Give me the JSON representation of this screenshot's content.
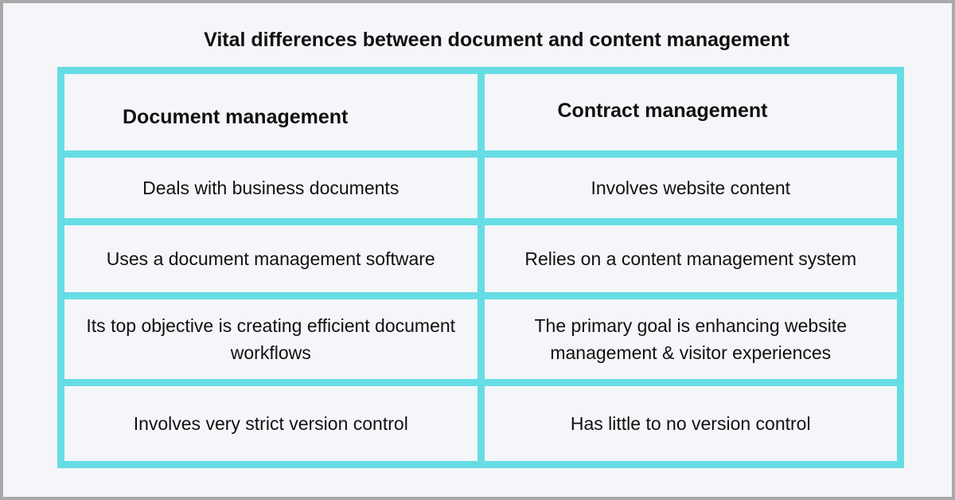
{
  "title": "Vital differences between document and content management",
  "table": {
    "headers": [
      "Document management",
      "Contract management"
    ],
    "rows": [
      [
        "Deals with business documents",
        "Involves website content"
      ],
      [
        "Uses a document management software",
        "Relies on a content management system"
      ],
      [
        "Its top objective is creating efficient document workflows",
        "The primary goal is enhancing website management & visitor experiences"
      ],
      [
        "Involves very strict version control",
        "Has little to no version control"
      ]
    ]
  },
  "colors": {
    "border_accent": "#66dde4",
    "background": "#f4f6f9",
    "outer_border": "#a9a9a9",
    "text": "#111111"
  }
}
